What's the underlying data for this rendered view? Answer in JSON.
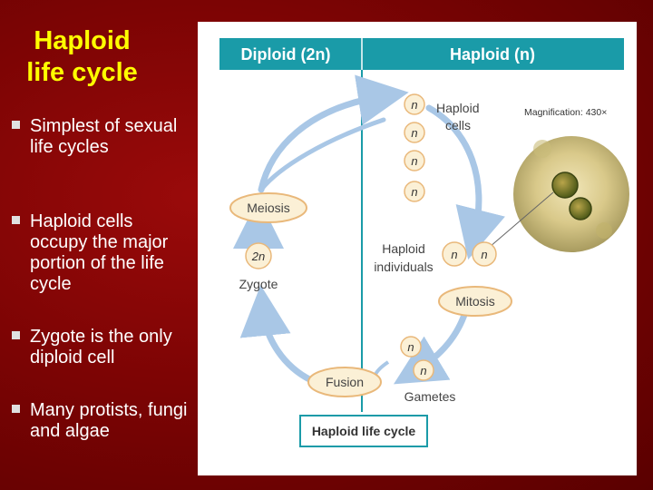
{
  "slide": {
    "title_lines": [
      "Haploid",
      "life cycle"
    ],
    "bullets": [
      "Simplest of sexual life cycles",
      "Haploid cells occupy the major portion of the life cycle",
      "Zygote is the only diploid cell",
      "Many protists, fungi and algae"
    ]
  },
  "colors": {
    "background": "#7d0404",
    "title": "#ffff00",
    "bullet_text": "#ffffff",
    "header_teal": "#1a9ba8",
    "arrow_blue": "#a9c7e6",
    "oval_fill": "#fbf0d6",
    "oval_stroke": "#e9b87a",
    "label_text": "#444444"
  },
  "figure": {
    "header_diploid": "Diploid (2n)",
    "header_haploid": "Haploid (n)",
    "magnification": "Magnification: 430×",
    "haploid_cells_label_line1": "Haploid",
    "haploid_cells_label_line2": "cells",
    "haploid_individuals_line1": "Haploid",
    "haploid_individuals_line2": "individuals",
    "meiosis": "Meiosis",
    "zygote": "Zygote",
    "mitosis": "Mitosis",
    "fusion": "Fusion",
    "gametes": "Gametes",
    "cycle_label": "Haploid life cycle",
    "n_symbol": "n",
    "two_n_symbol": "2n"
  }
}
